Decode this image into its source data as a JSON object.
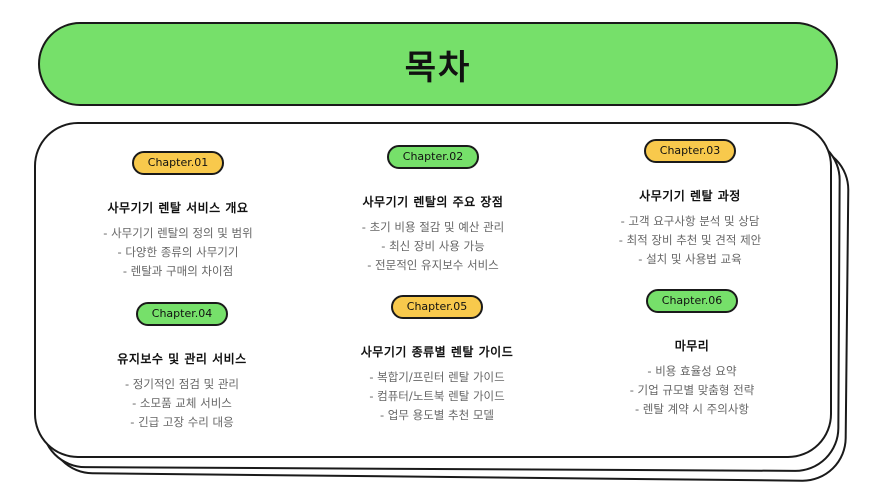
{
  "title": "목차",
  "chapters": [
    {
      "label": "Chapter.01",
      "color": "#f8c94c",
      "title": "사무기기 렌탈 서비스 개요",
      "items": [
        "- 사무기기 렌탈의 정의 및 범위",
        "- 다양한 종류의 사무기기",
        "- 렌탈과 구매의 차이점"
      ]
    },
    {
      "label": "Chapter.02",
      "color": "#76e06a",
      "title": "사무기기 렌탈의 주요 장점",
      "items": [
        "- 초기 비용 절감 및 예산 관리",
        "- 최신 장비 사용 가능",
        "- 전문적인 유지보수 서비스"
      ]
    },
    {
      "label": "Chapter.03",
      "color": "#f8c94c",
      "title": "사무기기 렌탈 과정",
      "items": [
        "- 고객 요구사항 분석 및 상담",
        "- 최적 장비 추천 및 견적 제안",
        "- 설치 및 사용법 교육"
      ]
    },
    {
      "label": "Chapter.04",
      "color": "#76e06a",
      "title": "유지보수 및 관리 서비스",
      "items": [
        "- 정기적인 점검 및 관리",
        "- 소모품 교체 서비스",
        "- 긴급 고장 수리 대응"
      ]
    },
    {
      "label": "Chapter.05",
      "color": "#f8c94c",
      "title": "사무기기 종류별 렌탈 가이드",
      "items": [
        "- 복합기/프린터 렌탈 가이드",
        "- 컴퓨터/노트북 렌탈 가이드",
        "- 업무 용도별 추천 모델"
      ]
    },
    {
      "label": "Chapter.06",
      "color": "#76e06a",
      "title": "마무리",
      "items": [
        "- 비용 효율성 요약",
        "- 기업 규모별 맞춤형 전략",
        "- 렌탈 계약 시 주의사항"
      ]
    }
  ]
}
